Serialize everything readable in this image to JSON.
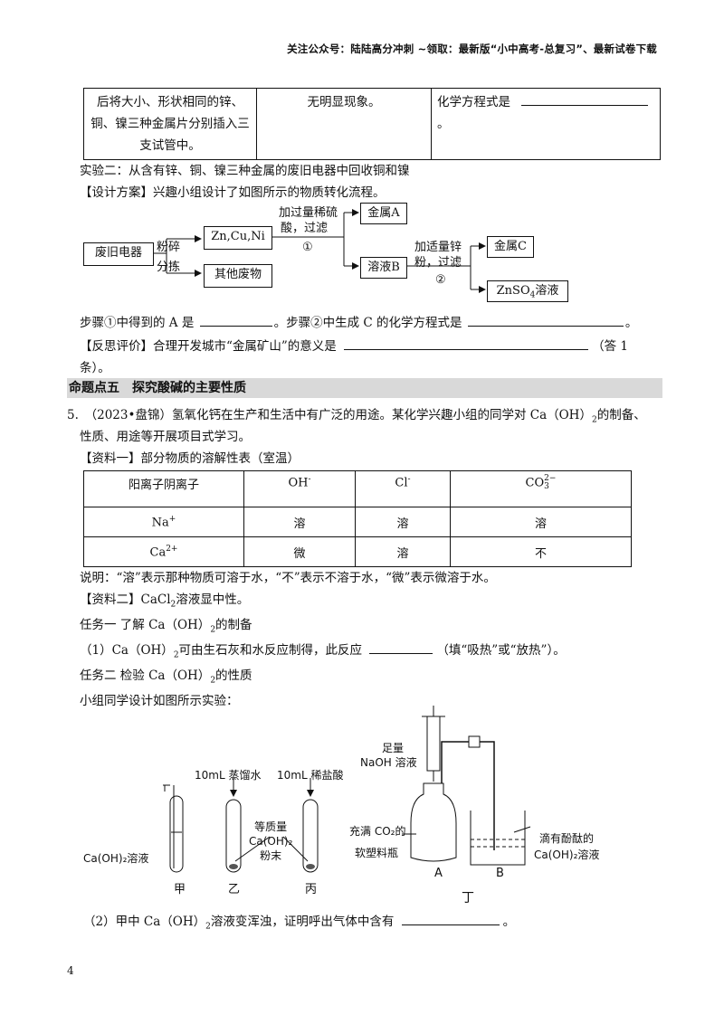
{
  "header": "关注公众号：陆陆高分冲刺 ~领取：最新版“小中高考-总复习”、最新试卷下载",
  "table1": {
    "col1": [
      "后将大小、形状相同的锌、",
      "铜、镍三种金属片分别插入三",
      "支试管中。"
    ],
    "col2": "无明显现象。",
    "col3_prefix": "化学方程式是",
    "col3_suffix": "。"
  },
  "exp2_title": "实验二：从含有锌、铜、镍三种金属的废旧电器中回收铜和镍",
  "design": "【设计方案】兴趣小组设计了如图所示的物质转化流程。",
  "flow": {
    "waste": "废旧电器",
    "crush1": "粉碎",
    "crush2": "分拣",
    "metals": "Zn,Cu,Ni",
    "other": "其他废物",
    "acid1": "加过量稀硫",
    "acid2": "酸，过滤",
    "step1": "①",
    "metalA": "金属A",
    "solB": "溶液B",
    "zn1": "加适量锌",
    "zn2": "粉，过滤",
    "step2": "②",
    "metalC": "金属C",
    "znso4": "ZnSO",
    "znso4_sub": "4",
    "znso4_tail": "溶液"
  },
  "q_step": {
    "p1": "步骤①中得到的 A 是",
    "p2": "。步骤②中生成 C 的化学方程式是",
    "p3": "。"
  },
  "reflect": {
    "p1": "【反思评价】合理开发城市“金属矿山”的意义是",
    "p2": "（答 1",
    "p3": "条）。"
  },
  "section_title": "命题点五　探究酸碱的主要性质",
  "q5": {
    "line1": "5.　（2023•盘锦）氢氧化钙在生产和生活中有广泛的用途。某化学兴趣小组的同学对 Ca（OH）",
    "line1_sub": "2",
    "line1_tail": "的制备、",
    "line2": "性质、用途等开展项目式学习。",
    "info1": "【资料一】部分物质的溶解性表（室温）"
  },
  "table2": {
    "head": [
      "阳离子阴离子",
      "OH",
      "Cl",
      "CO"
    ],
    "rows": [
      [
        "Na",
        "溶",
        "溶",
        "溶"
      ],
      [
        "Ca",
        "微",
        "溶",
        "不"
      ]
    ]
  },
  "note": "说明：“溶”表示那种物质可溶于水，“不”表示不溶于水，“微”表示微溶于水。",
  "info2": {
    "p1": "【资料二】CaCl",
    "sub": "2",
    "p2": "溶液显中性。"
  },
  "task1": {
    "p1": "任务一 了解 Ca（OH）",
    "sub": "2",
    "p2": "的制备"
  },
  "q1": {
    "p1": "（1）Ca（OH）",
    "sub": "2",
    "p2": "可由生石灰和水反应制得，此反应",
    "p3": "（填“吸热”或“放热”）。"
  },
  "task2": {
    "p1": "任务二 检验 Ca（OH）",
    "sub": "2",
    "p2": "的性质"
  },
  "design2": "小组同学设计如图所示实验：",
  "figure": {
    "jia_label": "Ca(OH)₂溶液",
    "water": "10mL 蒸馏水",
    "hcl": "10mL 稀盐酸",
    "powder1": "等质量",
    "powder2": "Ca(OH)₂",
    "powder3": "粉末",
    "jia": "甲",
    "yi": "乙",
    "bing": "丙",
    "naoh1": "足量",
    "naoh2": "NaOH 溶液",
    "bottle1": "充满 CO₂的",
    "bottle2": "软塑料瓶",
    "a": "A",
    "b": "B",
    "phen1": "滴有酚酞的",
    "phen2": "Ca(OH)₂溶液",
    "ding": "丁"
  },
  "q2": {
    "p1": "（2）甲中 Ca（OH）",
    "sub": "2",
    "p2": "溶液变浑浊，证明呼出气体中含有",
    "p3": "。"
  },
  "page_number": "4"
}
